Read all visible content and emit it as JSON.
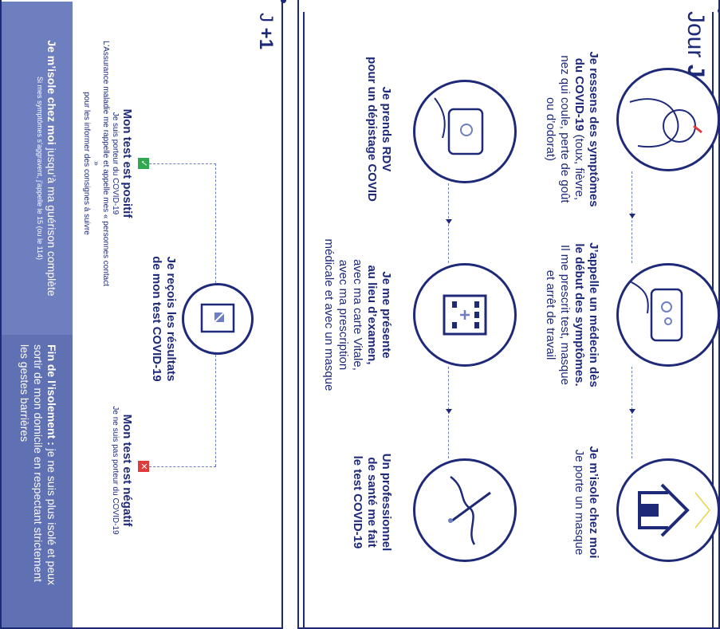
{
  "left_panel": {
    "label_prefix": "J",
    "label_suffix": "+1",
    "receive_results": [
      "Je reçois les résultats",
      "de mon test COVID-19"
    ],
    "positive": {
      "title": "Mon test est positif",
      "line1": "Je suis porteur du COVID-19",
      "line2": "L’Assurance maladie me rappelle et appelle mes « personnes contact »",
      "line3": "pour les informer des consignes à suivre"
    },
    "negative": {
      "title": "Mon test est négatif",
      "line1": "Je ne suis pas porteur du COVID-19"
    },
    "isolation_bold": "Je m’isole chez moi",
    "isolation_rest": " jusqu’à ma guérison complète",
    "isolation_note": "Si mes symptômes s’aggravent, j’appelle le 15 (ou le 114)",
    "end_bold": "Fin de l’isolement :",
    "end_rest": " je ne suis plus isolé et peux",
    "end_line2": "sortir de mon domicile en respectant strictement",
    "end_line3": "les gestes barrières"
  },
  "right_panel": {
    "day_label": "Jour",
    "day_letter": "J",
    "steps": [
      {
        "bold": [
          "Je ressens des symptômes",
          "du COVID-19"
        ],
        "rest": [
          " (toux, fièvre,",
          "nez qui coule, perte de goût",
          "ou d’odorat)"
        ]
      },
      {
        "bold": [
          "J’appelle un médecin dès",
          "le début des symptômes."
        ],
        "rest": [
          "Il me prescrit test, masque",
          "et arrêt de travail"
        ]
      },
      {
        "bold": [
          "Je m’isole chez moi"
        ],
        "rest": [
          "Je porte un masque"
        ]
      },
      {
        "bold": [
          "Je prends RDV",
          "pour un dépistage COVID"
        ],
        "rest": []
      },
      {
        "bold": [
          "Je me présente",
          "au lieu d’examen,"
        ],
        "rest": [
          "avec ma carte Vitale,",
          "avec ma prescription",
          "médicale et avec un masque"
        ]
      },
      {
        "bold": [
          "Un professionnel",
          "de santé me fait",
          "le test COVID-19"
        ],
        "rest": []
      }
    ]
  },
  "icons": [
    "sick-person-icon",
    "phone-call-icon",
    "house-icon",
    "phone-booking-icon",
    "building-icon",
    "swab-test-icon",
    "results-document-icon",
    "check-icon",
    "cross-icon"
  ],
  "colors": {
    "navy": "#1e2a78",
    "band": "#6e7fbf",
    "positive": "#2fa84f",
    "negative": "#e03a3a"
  }
}
